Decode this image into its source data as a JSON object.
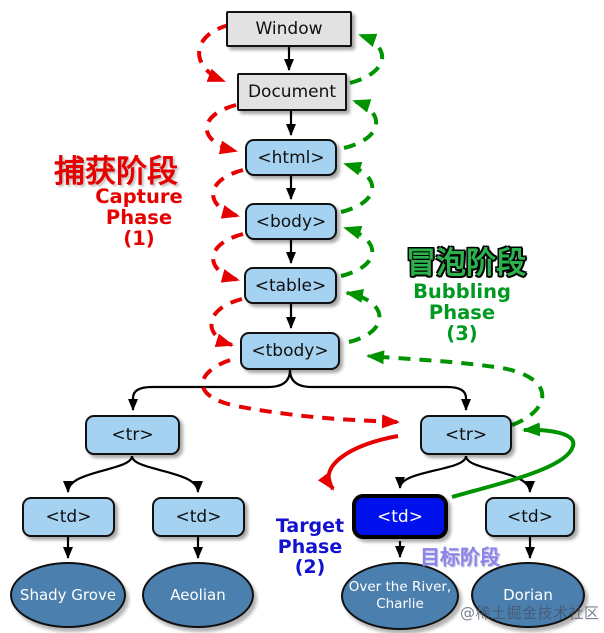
{
  "nodes": {
    "window": "Window",
    "document": "Document",
    "html": "<html>",
    "body": "<body>",
    "table": "<table>",
    "tbody": "<tbody>",
    "tr_left": "<tr>",
    "tr_right": "<tr>",
    "td_left1": "<td>",
    "td_left2": "<td>",
    "td_target": "<td>",
    "td_right2": "<td>"
  },
  "leaves": {
    "shady_grove": "Shady Grove",
    "aeolian": "Aeolian",
    "over_river": {
      "line1": "Over the River,",
      "line2": "Charlie"
    },
    "dorian": "Dorian"
  },
  "phases": {
    "capture": {
      "cn": "捕获阶段",
      "en": "Capture\nPhase\n(1)",
      "color": "#e60000"
    },
    "bubbling": {
      "cn": "冒泡阶段",
      "en": "Bubbling\nPhase\n(3)",
      "color": "#009922"
    },
    "target": {
      "cn": "目标阶段",
      "en": "Target\nPhase\n(2)",
      "color": "#1212cf"
    }
  },
  "watermark": "@稀土掘金技术社区",
  "colors": {
    "node_fill": "#a6d2f2",
    "gray_fill": "#e2e2e2",
    "target_fill": "#0011ee",
    "ellipse_fill": "#4b7fad",
    "capture_red": "#e60000",
    "bubbling_green": "#009300",
    "target_blue": "#1212cf",
    "border": "#111111"
  }
}
